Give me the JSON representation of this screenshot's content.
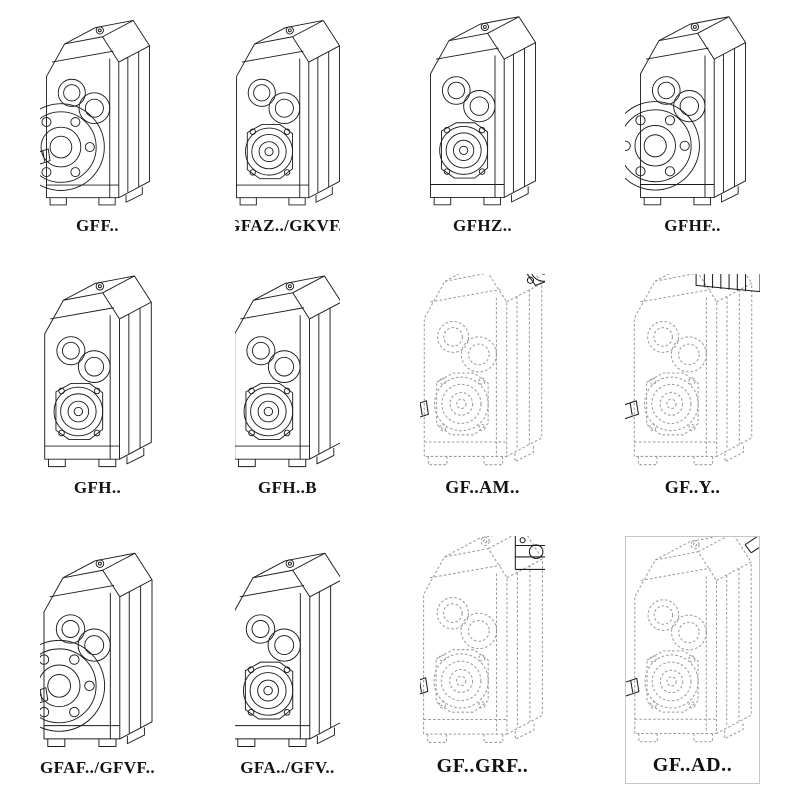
{
  "colors": {
    "line": "#1c1c1c",
    "ghost_line": "#9a9a9a",
    "background": "#ffffff"
  },
  "grid": {
    "rows": 3,
    "cols": 4,
    "items": [
      {
        "label": "GFF..",
        "drawing": "gearbox-flange-output-shaft"
      },
      {
        "label": "GFAZ../GKVF..",
        "drawing": "gearbox-hollow-shaft"
      },
      {
        "label": "GFHZ..",
        "drawing": "gearbox-hollow-shaft"
      },
      {
        "label": "GFHF..",
        "drawing": "gearbox-flange-hollow"
      },
      {
        "label": "GFH..",
        "drawing": "gearbox-hollow-shaft-foot"
      },
      {
        "label": "GFH..B",
        "drawing": "gearbox-hollow-shaft-foot-b"
      },
      {
        "label": "GF..AM..",
        "drawing": "gearbox-ghost-input-flange-adapter"
      },
      {
        "label": "GF..Y..",
        "drawing": "gearbox-ghost-mounted-motor"
      },
      {
        "label": "GFAF../GFVF..",
        "drawing": "gearbox-flange-output-shaft"
      },
      {
        "label": "GFA../GFV..",
        "drawing": "gearbox-hollow-shaft"
      },
      {
        "label": "GF..GRF..",
        "drawing": "gearbox-ghost-input-cover-box"
      },
      {
        "label": "GF..AD..",
        "drawing": "gearbox-ghost-input-shaft-stub"
      }
    ]
  }
}
